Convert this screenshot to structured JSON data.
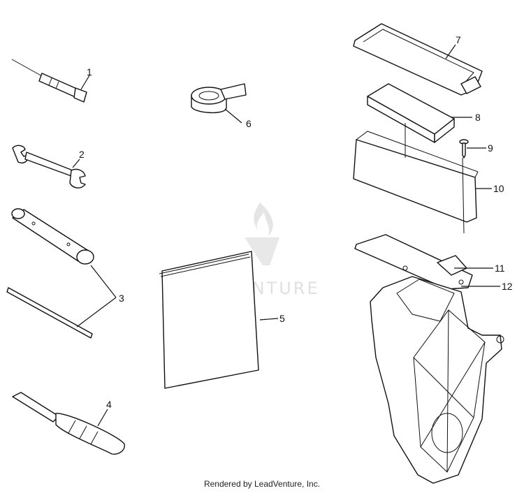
{
  "watermark": {
    "text": "LEADVENTURE"
  },
  "footer": {
    "credit": "Rendered by LeadVenture, Inc."
  },
  "callouts": [
    {
      "number": "1"
    },
    {
      "number": "2"
    },
    {
      "number": "3"
    },
    {
      "number": "4"
    },
    {
      "number": "5"
    },
    {
      "number": "6"
    },
    {
      "number": "7"
    },
    {
      "number": "8"
    },
    {
      "number": "9"
    },
    {
      "number": "10"
    },
    {
      "number": "11"
    },
    {
      "number": "12"
    }
  ]
}
